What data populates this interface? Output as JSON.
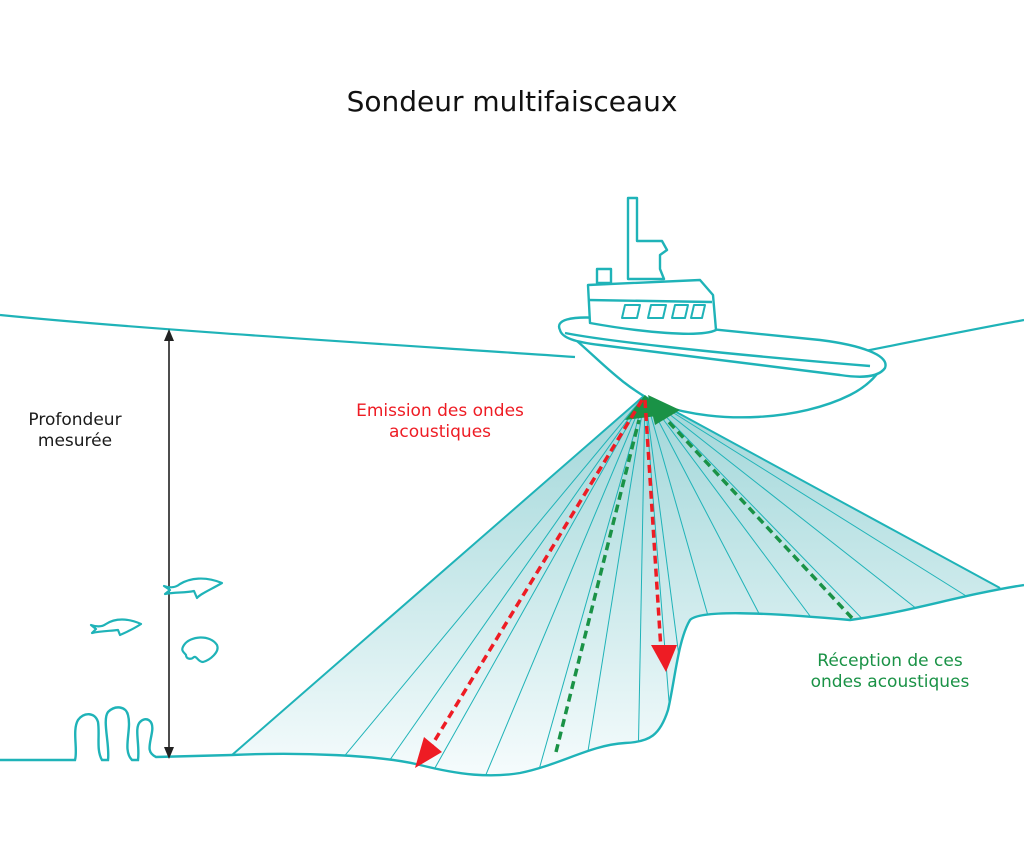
{
  "title": "Sondeur multifaisceaux",
  "labels": {
    "depth": [
      "Profondeur",
      "mesurée"
    ],
    "emission": [
      "Emission des ondes",
      "acoustiques"
    ],
    "reception": [
      "Réception de ces",
      "ondes acoustiques"
    ]
  },
  "colors": {
    "line": "#1fb3b8",
    "emission": "#ee1c24",
    "reception": "#1a9246",
    "text": "#111111",
    "depth_arrow": "#222222",
    "beam_fill_top": "#9fd6d8",
    "beam_fill_bottom": "#f4fbfc"
  },
  "icons": [
    "boat-icon",
    "fish-icon",
    "fish-icon",
    "jellyfish-icon",
    "seaweed-icon"
  ],
  "beams": {
    "count": 22,
    "emission_arrows": 2,
    "reception_arrows": 2
  }
}
